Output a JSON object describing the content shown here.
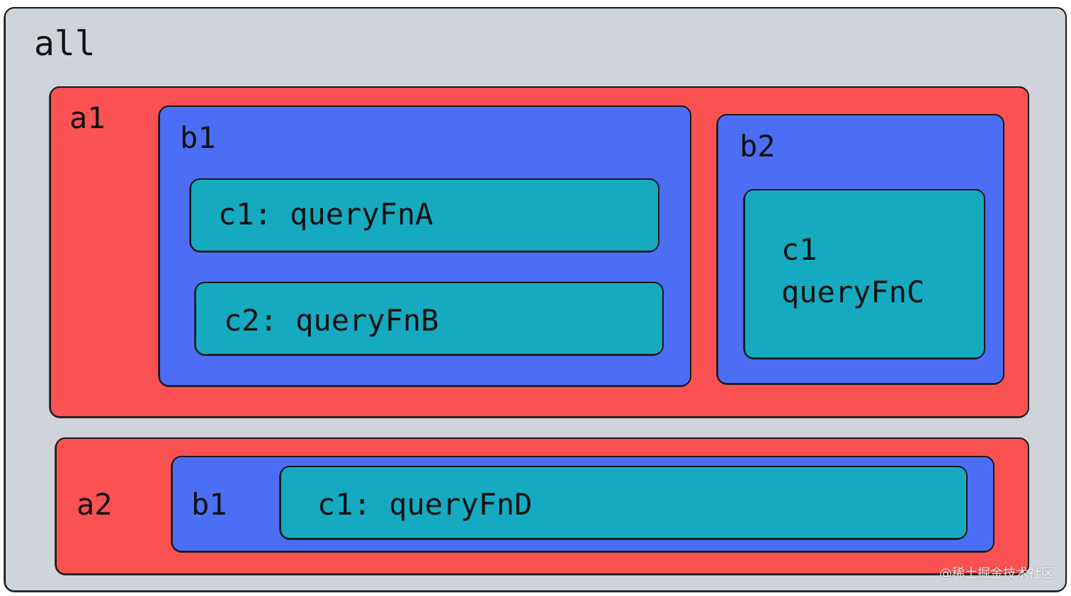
{
  "diagram": {
    "all": {
      "label": "all"
    },
    "a1": {
      "label": "a1",
      "b1": {
        "label": "b1",
        "c1": {
          "label": "c1: queryFnA"
        },
        "c2": {
          "label": "c2: queryFnB"
        }
      },
      "b2": {
        "label": "b2",
        "c1": {
          "label_line1": "c1",
          "label_line2": "queryFnC"
        }
      }
    },
    "a2": {
      "label": "a2",
      "b1": {
        "label": "b1",
        "c1": {
          "label": "c1: queryFnD"
        }
      }
    }
  },
  "watermark": "@稀土掘金技术社区",
  "colors": {
    "all": "#ced4da",
    "a": "#fa5252",
    "b": "#4c6ef5",
    "c": "#15aabf",
    "stroke": "#1a1a1a"
  }
}
